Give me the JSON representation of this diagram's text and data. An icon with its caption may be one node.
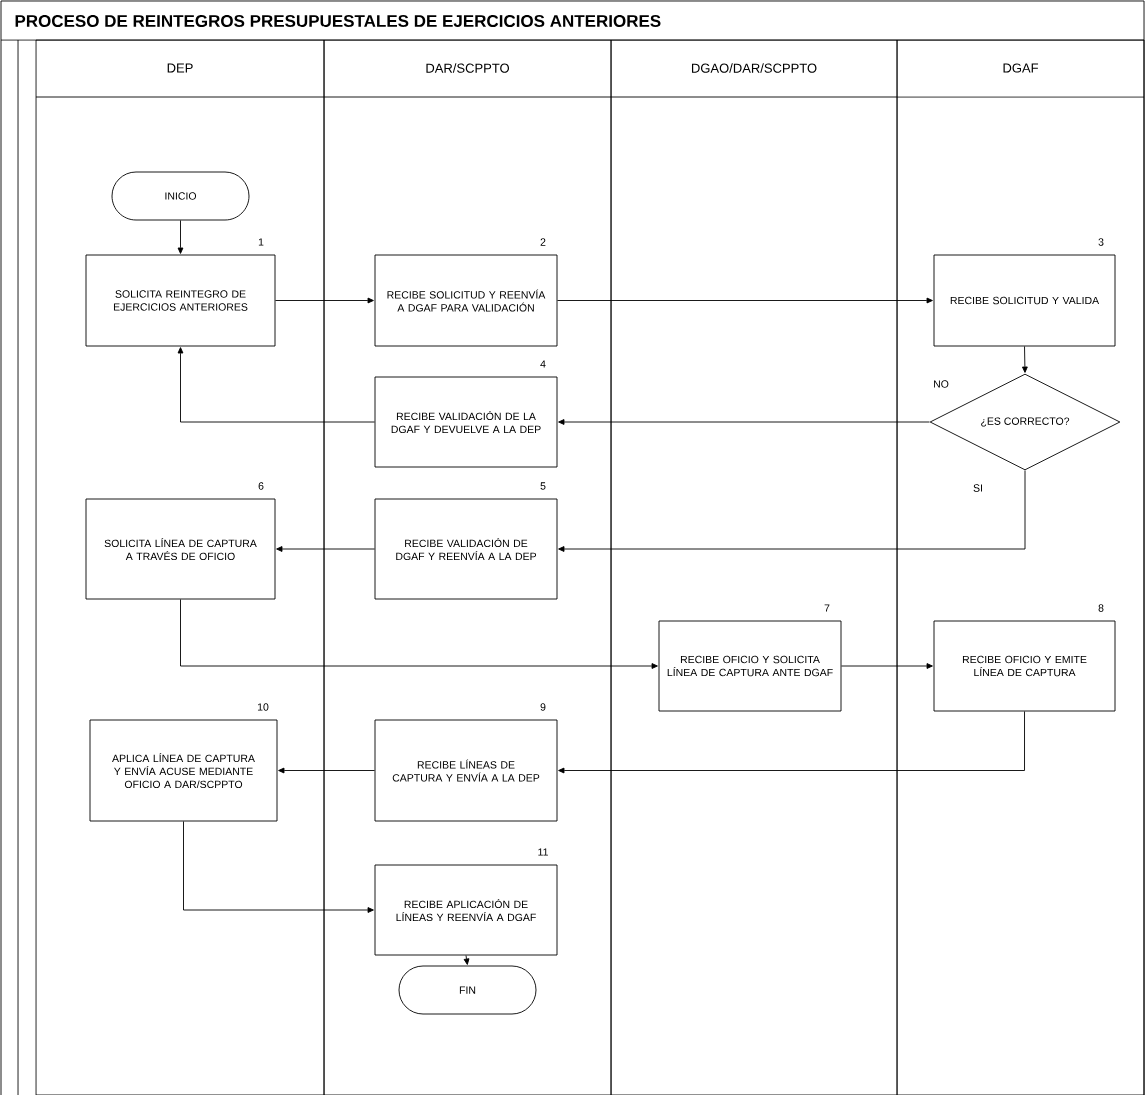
{
  "diagram": {
    "title": "PROCESO DE REINTEGROS PRESUPUESTALES DE EJERCICIOS ANTERIORES",
    "nodes": [
      {
        "text": [
          "DEP"
        ]
      },
      {
        "text": [
          "DAR/SCPPTO"
        ]
      },
      {
        "text": [
          "DGAO/DAR/SCPPTO"
        ]
      },
      {
        "text": [
          "DGAF"
        ]
      },
      {
        "text": [
          "INICIO"
        ],
        "in": 0
      },
      {
        "text": [
          "SOLICITA REINTEGRO DE EJERCICIOS ANTERIORES"
        ],
        "beside": [
          "1"
        ],
        "in": 0
      },
      {
        "text": [
          "RECIBE SOLICITUD Y REENVÍA A DGAF PARA VALIDACIÓN"
        ],
        "beside": [
          "2"
        ],
        "in": 1
      },
      {
        "text": [
          "RECIBE SOLICITUD Y VALIDA"
        ],
        "beside": [
          "3"
        ],
        "in": 3
      },
      {
        "text": [
          "RECIBE VALIDACIÓN DE LA DGAF Y DEVUELVE A LA DEP"
        ],
        "beside": [
          "4"
        ],
        "in": 1
      },
      {
        "text": [
          "¿ES CORRECTO?"
        ],
        "in": 3
      },
      {
        "text": [
          "RECIBE VALIDACIÓN DE DGAF Y REENVÍA A LA DEP"
        ],
        "beside": [
          "5"
        ],
        "in": 1
      },
      {
        "text": [
          "SOLICITA LÍNEA DE CAPTURA A TRAVÉS DE OFICIO"
        ],
        "beside": [
          "6"
        ],
        "in": 0
      },
      {
        "text": [
          "RECIBE OFICIO Y SOLICITA LÍNEA DE CAPTURA ANTE DGAF"
        ],
        "beside": [
          "7"
        ],
        "in": 2
      },
      {
        "text": [
          "RECIBE OFICIO Y EMITE LÍNEA DE CAPTURA"
        ],
        "beside": [
          "8"
        ],
        "in": 3
      },
      {
        "text": [
          "RECIBE LÍNEAS DE CAPTURA Y ENVÍA A LA DEP"
        ],
        "beside": [
          "9"
        ],
        "in": 1
      },
      {
        "text": [
          "APLICA LÍNEA DE CAPTURA Y ENVÍA ACUSE MEDIANTE OFICIO A DAR/SCPPTO"
        ],
        "beside": [
          "10"
        ],
        "in": 0
      },
      {
        "text": [
          "RECIBE APLICACIÓN DE LÍNEAS Y REENVÍA A DGAF"
        ],
        "beside": [
          "11"
        ],
        "in": 1
      },
      {
        "text": [
          "FIN"
        ],
        "in": 1
      }
    ],
    "edges": [
      {
        "from": 4,
        "to": 5,
        "arrow": "to"
      },
      {
        "from": 5,
        "to": 6,
        "arrow": "to"
      },
      {
        "from": 6,
        "to": 7,
        "arrow": "to"
      },
      {
        "from": 7,
        "to": 9,
        "arrow": "to"
      },
      {
        "from": 9,
        "to": 8,
        "arrow": "to",
        "label": "NO"
      },
      {
        "from": 8,
        "to": 5,
        "arrow": "to"
      },
      {
        "from": 9,
        "to": 10,
        "arrow": "to",
        "label": "SI"
      },
      {
        "from": 10,
        "to": 11,
        "arrow": "to"
      },
      {
        "from": 11,
        "to": 12,
        "arrow": "to"
      },
      {
        "from": 12,
        "to": 13,
        "arrow": "to"
      },
      {
        "from": 13,
        "to": 14,
        "arrow": "to"
      },
      {
        "from": 14,
        "to": 15,
        "arrow": "to"
      },
      {
        "from": 15,
        "to": 16,
        "arrow": "to"
      },
      {
        "from": 16,
        "to": 17,
        "arrow": "to"
      }
    ]
  }
}
